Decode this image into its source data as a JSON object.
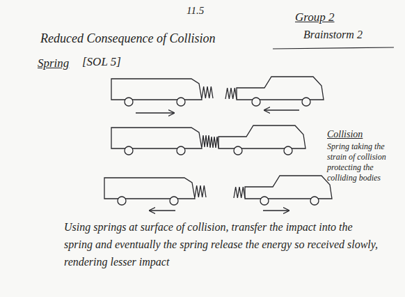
{
  "diagram": {
    "title": "Reduced Consequence of Collision",
    "labels": [
      "11.5",
      "Group 2",
      "Brainstorm 2",
      "Spring",
      "[SOL 5]",
      "Collision",
      "Spring taking the strain of collision protecting the colliding bodies",
      "Using springs at surface of collision, transfer the impact into the spring and eventually the spring release the energy so received slowly, rendering lesser impact"
    ]
  }
}
